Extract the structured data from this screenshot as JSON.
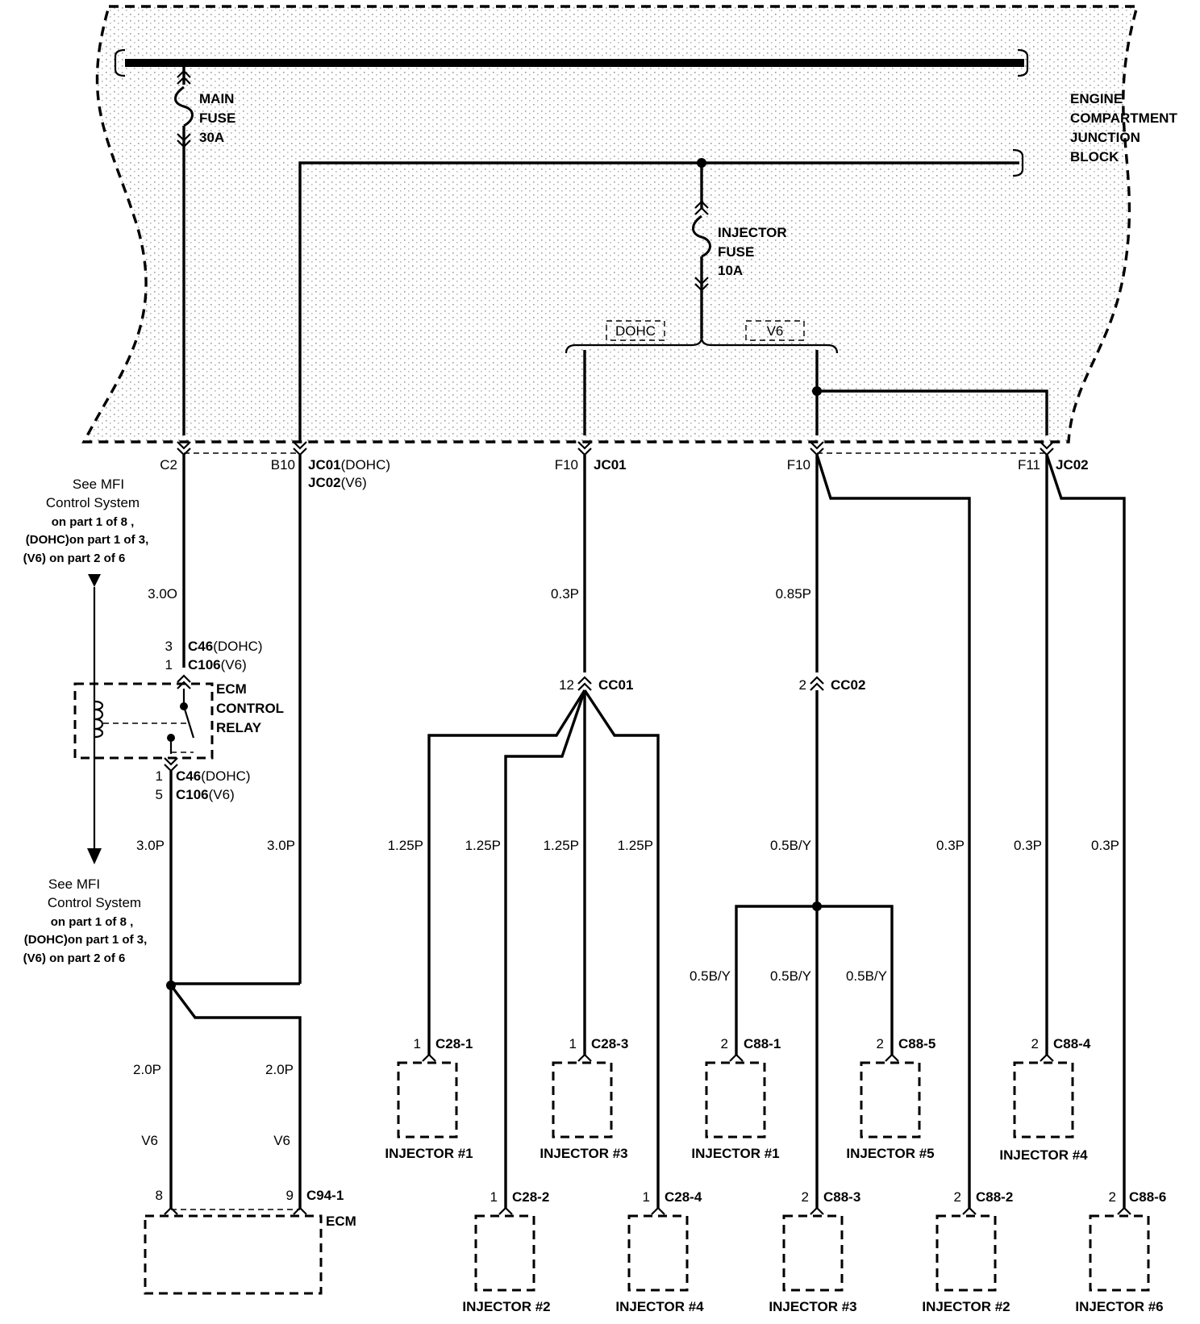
{
  "junction_block": {
    "label_lines": [
      "ENGINE",
      "COMPARTMENT",
      "JUNCTION",
      "BLOCK"
    ]
  },
  "main_fuse": {
    "lines": [
      "MAIN",
      "FUSE",
      "30A"
    ]
  },
  "injector_fuse": {
    "lines": [
      "INJECTOR",
      "FUSE",
      "10A"
    ]
  },
  "variants": {
    "dohc": "DOHC",
    "v6": "V6"
  },
  "connectors": {
    "c2": "C2",
    "b10": "B10",
    "jc01_dohc": "JC01",
    "jc01_dohc_suffix": "(DOHC)",
    "jc02_v6": "JC02",
    "jc02_v6_suffix": "(V6)",
    "f10_a": "F10",
    "jc01": "JC01",
    "f10_b": "F10",
    "f11": "F11",
    "jc02": "JC02",
    "cc01_pin": "12",
    "cc01": "CC01",
    "cc02_pin": "2",
    "cc02": "CC02",
    "c46_pin_top": "3",
    "c46_top": "C46",
    "c46_top_suffix": "(DOHC)",
    "c106_pin_top": "1",
    "c106_top": "C106",
    "c106_top_suffix": "(V6)",
    "c46_pin_bot": "1",
    "c46_bot": "C46",
    "c46_bot_suffix": "(DOHC)",
    "c106_pin_bot": "5",
    "c106_bot": "C106",
    "c106_bot_suffix": "(V6)",
    "ecm_pin_8": "8",
    "ecm_pin_9": "9",
    "c94": "C94-1"
  },
  "relay": {
    "lines": [
      "ECM",
      "CONTROL",
      "RELAY"
    ]
  },
  "ecm_label": "ECM",
  "see_mfi_top": [
    "See MFI",
    "Control System",
    "on part 1 of 8 ,",
    "(DOHC)on part 1 of 3,",
    "(V6) on part 2 of 6"
  ],
  "see_mfi_bottom": [
    "See MFI",
    "Control System",
    "on part 1 of 8 ,",
    "(DOHC)on part 1 of 3,",
    "(V6) on part 2 of 6"
  ],
  "wires": {
    "w_30o": "3.0O",
    "w_30p_relay": "3.0P",
    "w_30p_b10": "3.0P",
    "w_20p_a": "2.0P",
    "w_20p_b": "2.0P",
    "v6_a": "V6",
    "v6_b": "V6",
    "w_03p_jc01": "0.3P",
    "w_085p": "0.85P",
    "w_125p_1": "1.25P",
    "w_125p_2": "1.25P",
    "w_125p_3": "1.25P",
    "w_125p_4": "1.25P",
    "w_05by_main": "0.5B/Y",
    "w_05by_1": "0.5B/Y",
    "w_05by_2": "0.5B/Y",
    "w_05by_3": "0.5B/Y",
    "w_03p_a": "0.3P",
    "w_03p_b": "0.3P",
    "w_03p_c": "0.3P"
  },
  "injectors": [
    {
      "pin": "1",
      "conn": "C28-1",
      "label": "INJECTOR #1"
    },
    {
      "pin": "1",
      "conn": "C28-3",
      "label": "INJECTOR #3"
    },
    {
      "pin": "1",
      "conn": "C28-2",
      "label": "INJECTOR #2"
    },
    {
      "pin": "1",
      "conn": "C28-4",
      "label": "INJECTOR #4"
    },
    {
      "pin": "2",
      "conn": "C88-1",
      "label": "INJECTOR #1"
    },
    {
      "pin": "2",
      "conn": "C88-5",
      "label": "INJECTOR #5"
    },
    {
      "pin": "2",
      "conn": "C88-3",
      "label": "INJECTOR #3"
    },
    {
      "pin": "2",
      "conn": "C88-4",
      "label": "INJECTOR #4"
    },
    {
      "pin": "2",
      "conn": "C88-2",
      "label": "INJECTOR #2"
    },
    {
      "pin": "2",
      "conn": "C88-6",
      "label": "INJECTOR #6"
    }
  ]
}
